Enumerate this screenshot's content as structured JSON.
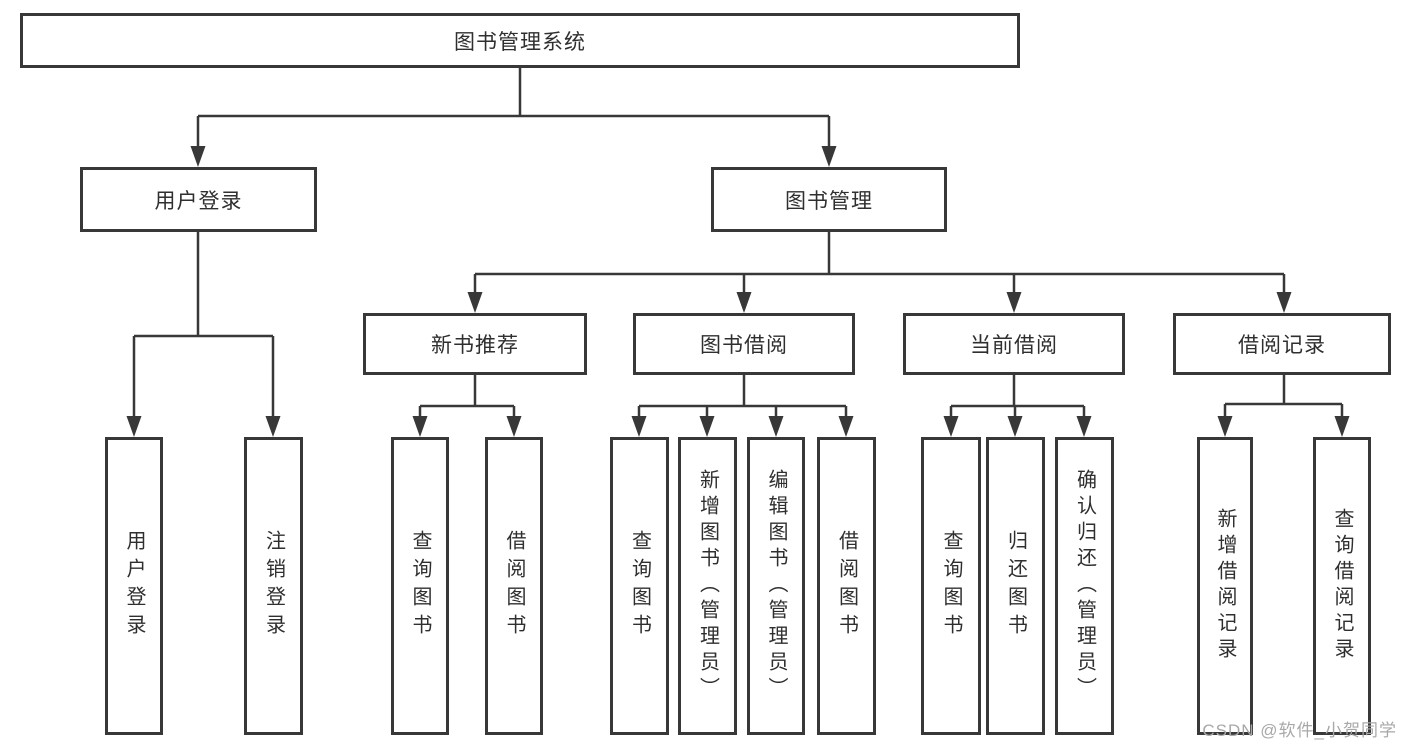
{
  "tree": {
    "label": "图书管理系统",
    "children": [
      {
        "label": "用户登录",
        "children": [
          {
            "label": "用户登录"
          },
          {
            "label": "注销登录"
          }
        ]
      },
      {
        "label": "图书管理",
        "children": [
          {
            "label": "新书推荐",
            "children": [
              {
                "label": "查询图书"
              },
              {
                "label": "借阅图书"
              }
            ]
          },
          {
            "label": "图书借阅",
            "children": [
              {
                "label": "查询图书"
              },
              {
                "label": "新增图书（管理员）"
              },
              {
                "label": "编辑图书（管理员）"
              },
              {
                "label": "借阅图书"
              }
            ]
          },
          {
            "label": "当前借阅",
            "children": [
              {
                "label": "查询图书"
              },
              {
                "label": "归还图书"
              },
              {
                "label": "确认归还（管理员）"
              }
            ]
          },
          {
            "label": "借阅记录",
            "children": [
              {
                "label": "新增借阅记录"
              },
              {
                "label": "查询借阅记录"
              }
            ]
          }
        ]
      }
    ]
  },
  "watermark": {
    "text": "CSDN @软件_小贺同学"
  },
  "colors": {
    "line": "#383838",
    "box_border": "#383838",
    "box_background": "#ffffff",
    "text": "#2f2f2f",
    "watermark": "#a8a8a8"
  }
}
